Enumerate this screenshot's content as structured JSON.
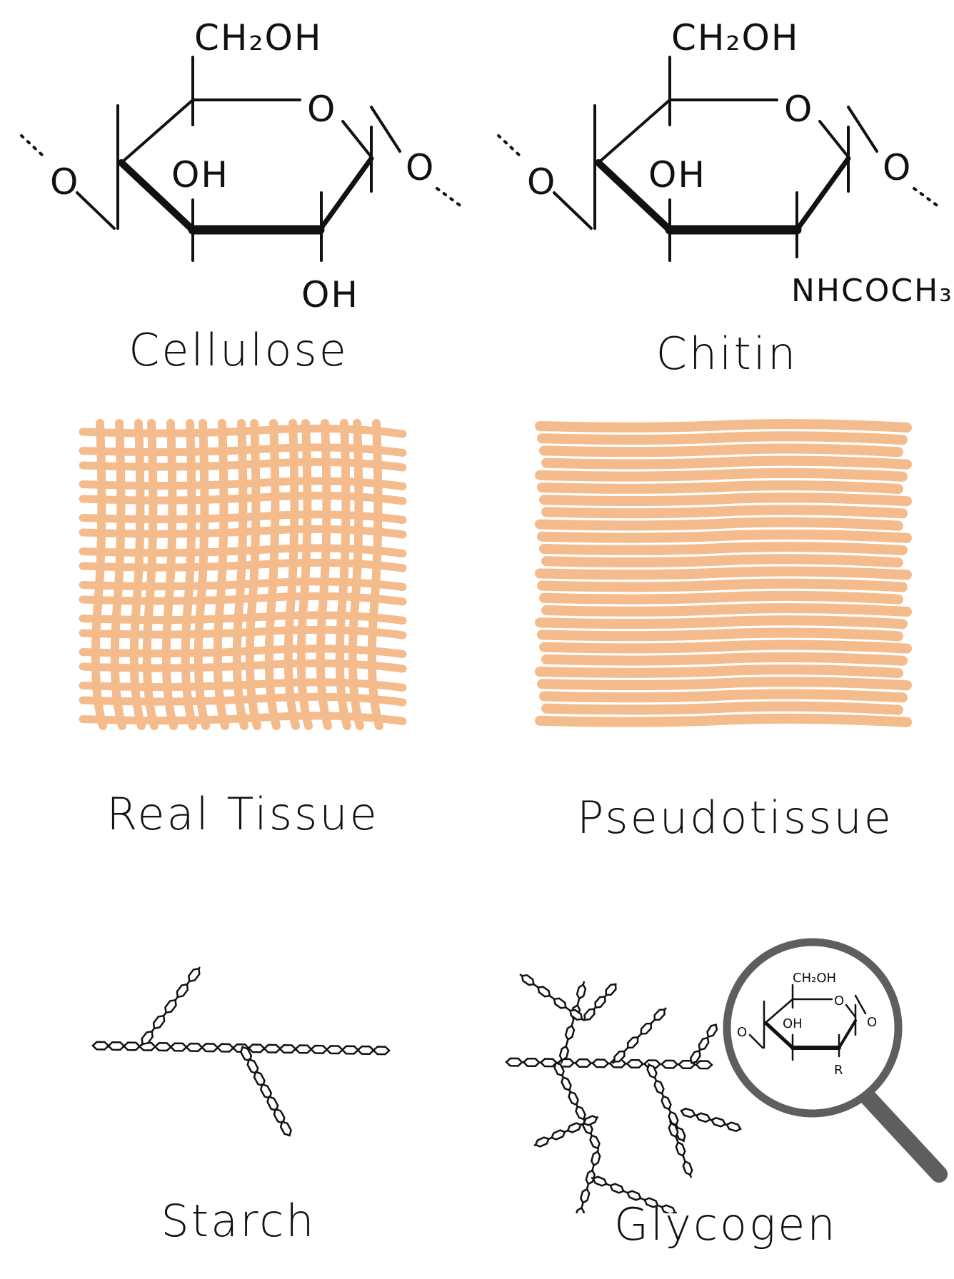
{
  "panels": {
    "cellulose": {
      "caption": "Cellulose",
      "labels": {
        "ch2oh": "CH₂OH",
        "ring_o": "O",
        "oh_upper": "OH",
        "oh_lower": "OH",
        "link_left": "O",
        "link_right": "O"
      }
    },
    "chitin": {
      "caption": "Chitin",
      "labels": {
        "ch2oh": "CH₂OH",
        "ring_o": "O",
        "oh_upper": "OH",
        "substituent": "NHCOCH₃",
        "link_left": "O",
        "link_right": "O"
      }
    },
    "real_tissue": {
      "caption": "Real Tissue"
    },
    "pseudotissue": {
      "caption": "Pseudotissue"
    },
    "starch": {
      "caption": "Starch"
    },
    "glycogen": {
      "caption": "Glycogen",
      "magnified_labels": {
        "ch2oh": "CH₂OH",
        "ring_o": "O",
        "oh": "OH",
        "r": "R",
        "link_left": "O",
        "link_right": "O"
      }
    }
  },
  "colors": {
    "fiber": "#f4bb8c",
    "ink": "#111111",
    "lens_rim": "#5e5e5e"
  },
  "icons": {
    "magnifier": "magnifying-glass-icon"
  }
}
